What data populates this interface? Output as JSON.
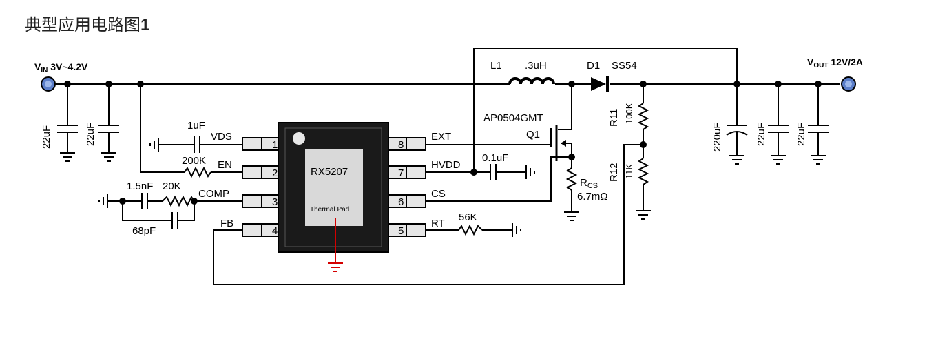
{
  "title": "典型应用电路图",
  "title_num": "1",
  "vin": {
    "main": "V",
    "sub": "IN",
    "rest": " 3V~4.2V"
  },
  "vout": {
    "main": "V",
    "sub": "OUT",
    "rest": " 12V/2A"
  },
  "chip": {
    "name": "RX5207",
    "pad": "Thermal Pad"
  },
  "pins_left": [
    {
      "num": "1",
      "name": "VDS"
    },
    {
      "num": "2",
      "name": "EN"
    },
    {
      "num": "3",
      "name": "COMP"
    },
    {
      "num": "4",
      "name": "FB"
    }
  ],
  "pins_right": [
    {
      "num": "8",
      "name": "EXT"
    },
    {
      "num": "7",
      "name": "HVDD"
    },
    {
      "num": "6",
      "name": "CS"
    },
    {
      "num": "5",
      "name": "RT"
    }
  ],
  "components": {
    "l1_name": "L1",
    "l1_value": ".3uH",
    "d1_name": "D1",
    "d1_value": "SS54",
    "q1_part": "AP0504GMT",
    "q1_name": "Q1",
    "rcs_main": "R",
    "rcs_sub": "CS",
    "rcs_value": "6.7mΩ",
    "r11_name": "R11",
    "r11_value": "100K",
    "r12_name": "R12",
    "r12_value": "11K",
    "cin1": "22uF",
    "cin2": "22uF",
    "cout1": "220uF",
    "cout2": "22uF",
    "cout3": "22uF",
    "c_vds": "1uF",
    "r_en": "200K",
    "c_comp": "1.5nF",
    "r_comp": "20K",
    "c_comp2": "68pF",
    "c_hvdd": "0.1uF",
    "r_rt": "56K"
  }
}
